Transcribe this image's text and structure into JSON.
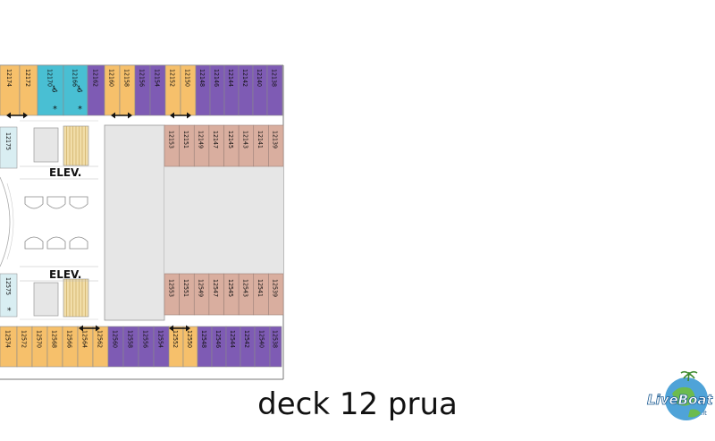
{
  "title": "deck 12 prua",
  "logo": {
    "text_main": "LiveBoat",
    "text_suffix": ".it"
  },
  "elevator_label": "ELEV.",
  "accessible_symbol": "♿",
  "asterisk": "*",
  "colors": {
    "yellow": "#F6C06B",
    "cyan": "#49BFD3",
    "purple": "#7E5BB4",
    "salmon": "#D9AE9F",
    "lightblue": "#D9EEF2",
    "gray": "#E6E6E6",
    "stair": "#F1DDA8"
  },
  "cabins": {
    "top_row": [
      {
        "num": "12174",
        "color": "yellow"
      },
      {
        "num": "12172",
        "color": "yellow"
      },
      {
        "num": "12170",
        "color": "cyan",
        "accessible": true,
        "asterisk": true
      },
      {
        "num": "12166",
        "color": "cyan",
        "accessible": true,
        "asterisk": true
      },
      {
        "num": "12162",
        "color": "purple"
      },
      {
        "num": "12160",
        "color": "yellow"
      },
      {
        "num": "12158",
        "color": "yellow"
      },
      {
        "num": "12156",
        "color": "purple"
      },
      {
        "num": "12154",
        "color": "purple"
      },
      {
        "num": "12152",
        "color": "yellow"
      },
      {
        "num": "12150",
        "color": "yellow"
      },
      {
        "num": "12148",
        "color": "purple"
      },
      {
        "num": "12146",
        "color": "purple"
      },
      {
        "num": "12144",
        "color": "purple"
      },
      {
        "num": "12142",
        "color": "purple"
      },
      {
        "num": "12140",
        "color": "purple"
      },
      {
        "num": "12138",
        "color": "purple"
      }
    ],
    "bottom_row": [
      {
        "num": "12574",
        "color": "yellow"
      },
      {
        "num": "12572",
        "color": "yellow"
      },
      {
        "num": "12570",
        "color": "yellow"
      },
      {
        "num": "12568",
        "color": "yellow"
      },
      {
        "num": "12566",
        "color": "yellow"
      },
      {
        "num": "12564",
        "color": "yellow"
      },
      {
        "num": "12562",
        "color": "yellow"
      },
      {
        "num": "12560",
        "color": "purple"
      },
      {
        "num": "12558",
        "color": "purple"
      },
      {
        "num": "12556",
        "color": "purple"
      },
      {
        "num": "12554",
        "color": "purple"
      },
      {
        "num": "12552",
        "color": "yellow"
      },
      {
        "num": "12550",
        "color": "yellow"
      },
      {
        "num": "12548",
        "color": "purple"
      },
      {
        "num": "12546",
        "color": "purple"
      },
      {
        "num": "12544",
        "color": "purple"
      },
      {
        "num": "12542",
        "color": "purple"
      },
      {
        "num": "12540",
        "color": "purple"
      },
      {
        "num": "12538",
        "color": "purple"
      }
    ],
    "inner_top": [
      "12153",
      "12151",
      "12149",
      "12147",
      "12145",
      "12143",
      "12141",
      "12139"
    ],
    "inner_bottom": [
      "12553",
      "12551",
      "12549",
      "12547",
      "12545",
      "12543",
      "12541",
      "12539"
    ],
    "left_top": {
      "num": "12175"
    },
    "left_bottom": {
      "num": "12575",
      "asterisk": true
    }
  }
}
